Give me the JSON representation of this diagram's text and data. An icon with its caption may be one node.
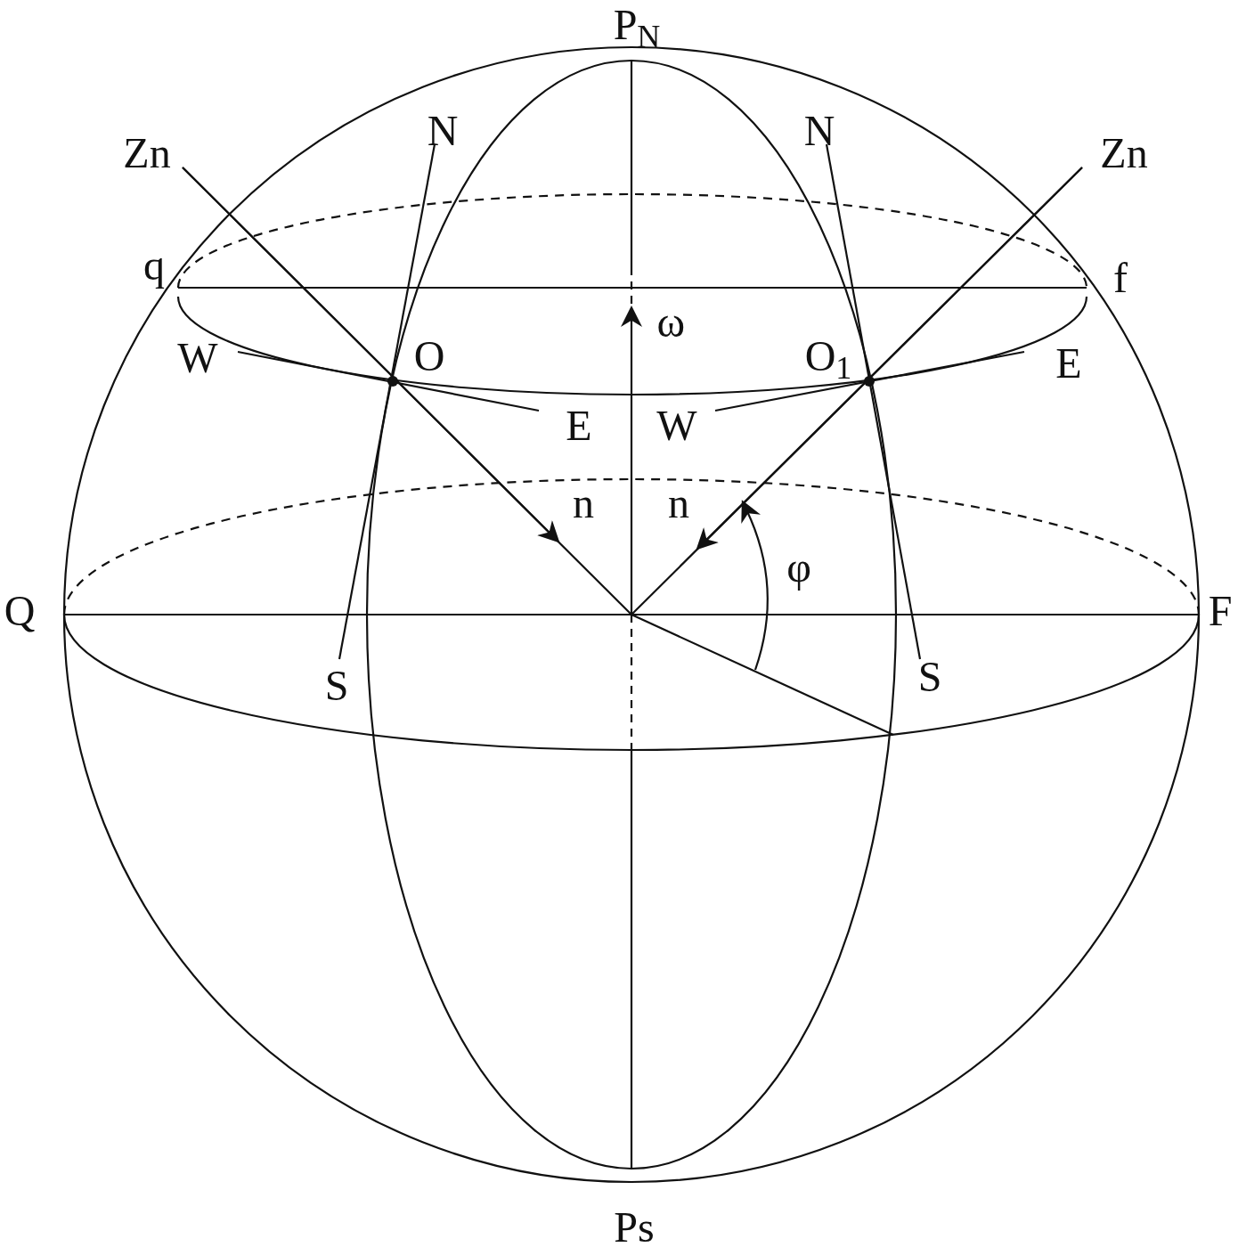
{
  "diagram": {
    "labels": [
      "P$_{N}$",
      "Zn",
      "N",
      "N",
      "Zn",
      "q",
      "f",
      "ω⃗",
      "W",
      "O",
      "O$_{1}$",
      "E",
      "E",
      "W",
      "n",
      "n",
      "φ",
      "Q",
      "F",
      "S",
      "S",
      "Ps"
    ]
  }
}
